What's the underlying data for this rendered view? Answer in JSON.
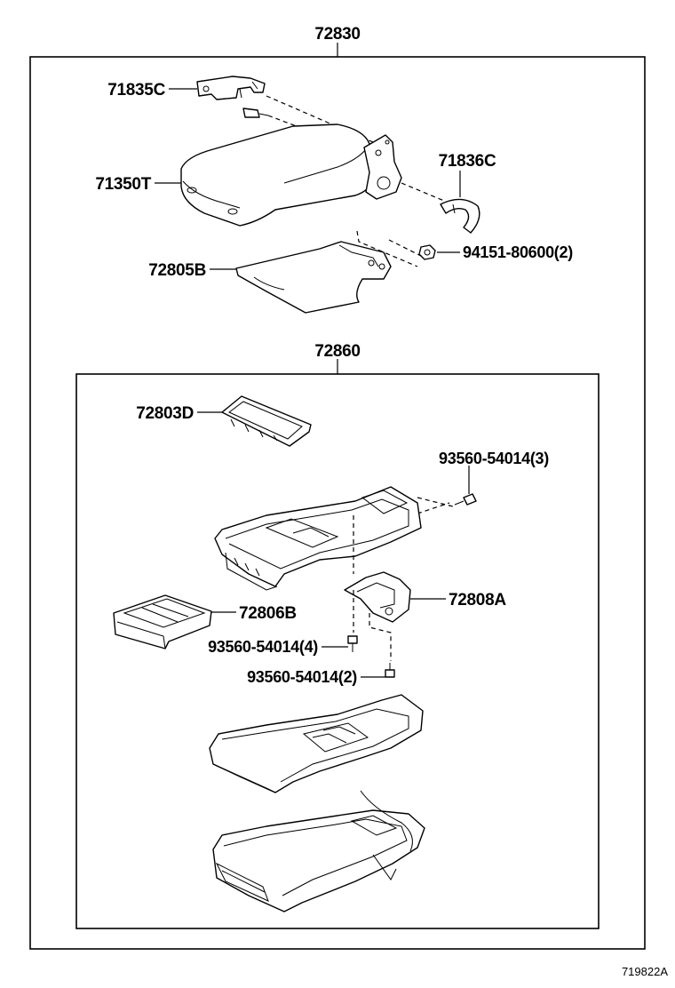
{
  "assembly_top": {
    "part_number": "72830"
  },
  "assembly_bottom": {
    "part_number": "72860"
  },
  "parts": {
    "hinge_bracket": "71835C",
    "lid": "71350T",
    "hinge_cover": "71836C",
    "nut": "94151-80600(2)",
    "lid_lower_panel": "72805B",
    "tray_insert": "72803D",
    "screw_upper": "93560-54014(3)",
    "lock_bracket": "72808A",
    "front_pocket": "72806B",
    "screw_mid": "93560-54014(4)",
    "screw_lower": "93560-54014(2)"
  },
  "illustration_ref": "719822A"
}
